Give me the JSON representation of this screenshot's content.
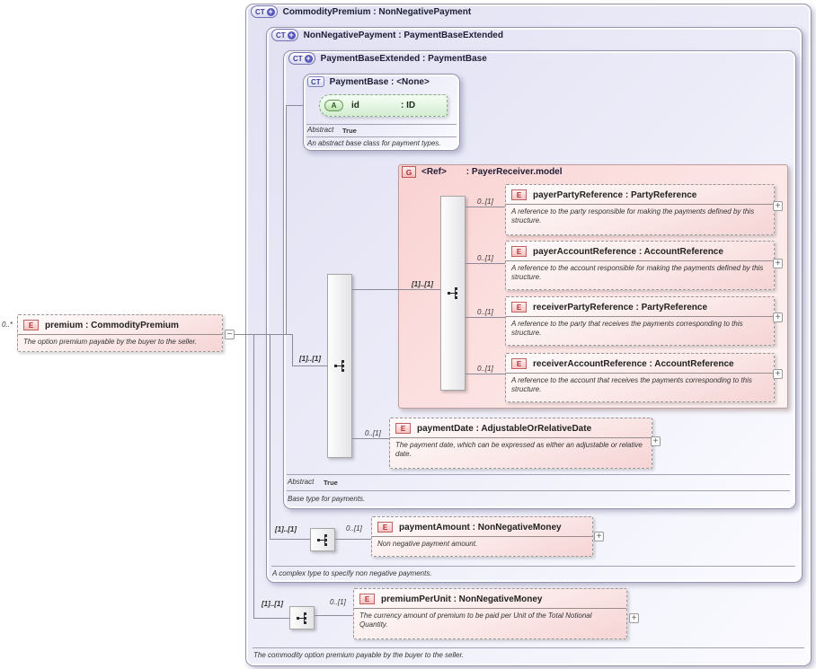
{
  "badges": {
    "ct": "CT",
    "ct_plus": "+",
    "e": "E",
    "a": "A",
    "g": "G"
  },
  "premium": {
    "label": "premium : CommodityPremium",
    "cardinality": "0..*",
    "note": "The option premium payable by the buyer to the seller.",
    "collapse": "−"
  },
  "box_commodity_premium": {
    "title": "CommodityPremium : NonNegativePayment",
    "footer": "The commodity option premium payable by the buyer to the seller."
  },
  "box_non_negative_payment": {
    "title": "NonNegativePayment : PaymentBaseExtended",
    "footer": "A complex type to specify non negative payments."
  },
  "box_payment_base_extended": {
    "title": "PaymentBaseExtended : PaymentBase",
    "abstract_label": "Abstract",
    "abstract_value": "True",
    "footer": "Base type for payments."
  },
  "box_payment_base": {
    "title": "PaymentBase : <None>",
    "attr_name": "id",
    "attr_type": ": ID",
    "abstract_label": "Abstract",
    "abstract_value": "True",
    "footer": "An abstract base class for payment types."
  },
  "sequence_outer": {
    "cardinality": "[1]..[1]"
  },
  "group": {
    "name": "<Ref>",
    "type": ": PayerReceiver.model",
    "sequence_cardinality": "[1]..[1]",
    "elements": [
      {
        "label": "payerPartyReference : PartyReference",
        "cardinality": "0..[1]",
        "note": "A reference to the party responsible for making the payments defined by this structure.",
        "expand": "+"
      },
      {
        "label": "payerAccountReference : AccountReference",
        "cardinality": "0..[1]",
        "note": "A reference to the account responsible for making the payments defined by this structure.",
        "expand": "+"
      },
      {
        "label": "receiverPartyReference : PartyReference",
        "cardinality": "0..[1]",
        "note": "A reference to the party that receives the payments corresponding to this structure.",
        "expand": "+"
      },
      {
        "label": "receiverAccountReference : AccountReference",
        "cardinality": "0..[1]",
        "note": "A reference to the account that receives the payments corresponding to this structure.",
        "expand": "+"
      }
    ]
  },
  "payment_date": {
    "label": "paymentDate : AdjustableOrRelativeDate",
    "cardinality": "0..[1]",
    "note": "The payment date, which can be expressed as either an adjustable or relative date.",
    "expand": "+"
  },
  "payment_amount": {
    "sequence_cardinality": "[1]..[1]",
    "label": "paymentAmount : NonNegativeMoney",
    "cardinality": "0..[1]",
    "note": "Non negative payment amount.",
    "expand": "+"
  },
  "premium_per_unit": {
    "sequence_cardinality": "[1]..[1]",
    "label": "premiumPerUnit : NonNegativeMoney",
    "cardinality": "0..[1]",
    "note": "The currency amount of premium to be paid per Unit of the Total Notional Quantity.",
    "expand": "+"
  }
}
